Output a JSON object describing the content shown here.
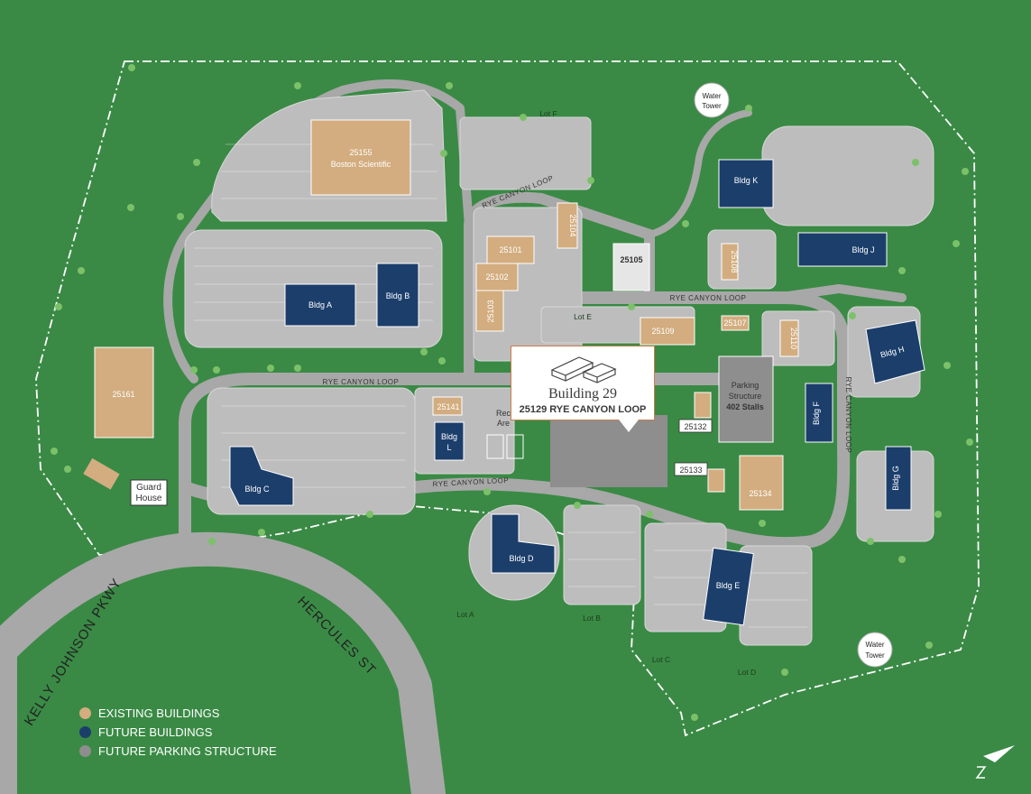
{
  "colors": {
    "grass": "#3a8a45",
    "road": "#a9a9a9",
    "existing": "#d3ad7f",
    "future": "#1c3e6b",
    "parking": "#8e8e8e",
    "accent": "#c97d4a"
  },
  "callout": {
    "title": "Building 29",
    "address": "25129 RYE CANYON LOOP"
  },
  "buildings": {
    "b25155_num": "25155",
    "b25155_name": "Boston Scientific",
    "b25161": "25161",
    "b25101": "25101",
    "b25102": "25102",
    "b25103": "25103",
    "b25104": "25104",
    "b25105": "25105",
    "b25108": "25108",
    "b25107": "25107",
    "b25109": "25109",
    "b25110": "25110",
    "b25141": "25141",
    "b25132": "25132",
    "b25133": "25133",
    "b25134": "25134",
    "bldg_a": "Bldg A",
    "bldg_b": "Bldg B",
    "bldg_c": "Bldg C",
    "bldg_d": "Bldg D",
    "bldg_e": "Bldg E",
    "bldg_f": "Bldg F",
    "bldg_g": "Bldg G",
    "bldg_h": "Bldg H",
    "bldg_j": "Bldg J",
    "bldg_k": "Bldg K",
    "bldg_l_1": "Bldg",
    "bldg_l_2": "L",
    "parking_structure_1": "Parking",
    "parking_structure_2": "Structure",
    "parking_structure_3": "402 Stalls",
    "guard_1": "Guard",
    "guard_2": "House",
    "rec_1": "Rec",
    "rec_2": "Are"
  },
  "landmarks": {
    "water_tower_top_1": "Water",
    "water_tower_top_2": "Tower",
    "water_tower_bottom_1": "Water",
    "water_tower_bottom_2": "Tower"
  },
  "roads": {
    "rye_canyon_1": "RYE CANYON LOOP",
    "rye_canyon_2": "RYE CANYON LOOP",
    "rye_canyon_3": "RYE CANYON LOOP",
    "rye_canyon_4": "RYE CANYON LOOP",
    "rye_canyon_5": "RYE CANYON LOOP",
    "kelly_johnson": "KELLY JOHNSON PKWY",
    "hercules": "HERCULES ST"
  },
  "lots": {
    "lot_a": "Lot A",
    "lot_b": "Lot B",
    "lot_c": "Lot C",
    "lot_d": "Lot D",
    "lot_e": "Lot E",
    "lot_f": "Lot F"
  },
  "legend": [
    {
      "label": "EXISTING BUILDINGS",
      "color": "#d3ad7f"
    },
    {
      "label": "FUTURE BUILDINGS",
      "color": "#1c3e6b"
    },
    {
      "label": "FUTURE PARKING STRUCTURE",
      "color": "#8e8e8e"
    }
  ]
}
